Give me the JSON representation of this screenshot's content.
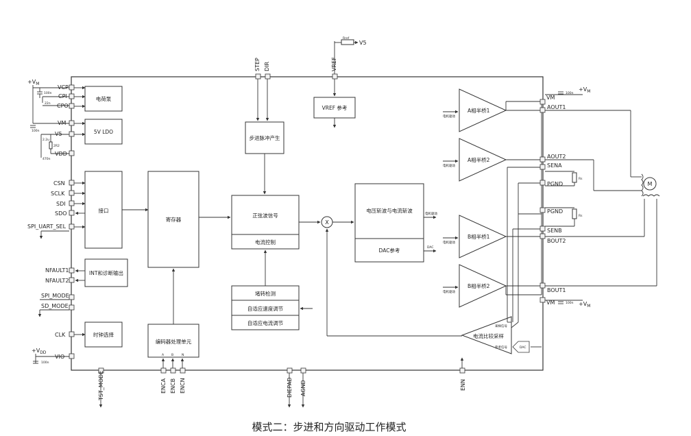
{
  "caption": "模式二：步进和方向驱动工作模式",
  "left_pins": {
    "vm_supply": "+V",
    "vm_supply_sub": "M",
    "vcp": "VCP",
    "cpi": "CPI",
    "cpo": "CPO",
    "vm": "VM",
    "v5": "V5",
    "vdd": "VDD",
    "csn": "CSN",
    "sclk": "SCLK",
    "sdi": "SDI",
    "sdo": "SDO",
    "spi_uart_sel": "SPI_UART_SEL",
    "nfault1": "NFAULT1",
    "nfault2": "NFAULT2",
    "spi_mode": "SPI_MODE",
    "sd_mode": "SD_MODE",
    "clk": "CLK",
    "vio_supply": "+V",
    "vio_supply_sub": "DD",
    "vio": "VIO"
  },
  "top_pins": {
    "step": "STEP",
    "dir": "DIR",
    "vref": "VREF",
    "v5": "V5",
    "rref": "Rref"
  },
  "bottom_pins": {
    "tst_mode": "TST_MODE",
    "enca": "ENCA",
    "encb": "ENCB",
    "encn": "ENCN",
    "diepad": "DIEPAD",
    "agnd": "AGND",
    "enn": "ENN"
  },
  "right_pins": {
    "vm_top": "VM",
    "aout1": "AOUT1",
    "aout2": "AOUT2",
    "sena": "SENA",
    "pgnd_a": "PGND",
    "pgnd_b": "PGND",
    "senb": "SENB",
    "bout2": "BOUT2",
    "bout1": "BOUT1",
    "vm_bottom": "VM",
    "vm_supply": "+V",
    "vm_supply_sub": "M",
    "motor": "M"
  },
  "blocks": {
    "charge_pump": "电荷泵",
    "ldo": "5V LDO",
    "interface": "接口",
    "int_diag": "INT和诊断输出",
    "clock_sel": "时钟选择",
    "register": "寄存器",
    "encoder": "编码器处理单元",
    "step_pulse": "步进脉冲产生",
    "sine": "正弦波信号",
    "current_ctrl": "电流控制",
    "stall": "堵转检测",
    "adapt_speed": "自适应速度调节",
    "adapt_current": "自适应电流调节",
    "vref_ref": "VREF 参考",
    "chopper": "电压斩波与电流斩波",
    "dac_ref": "DAC参考",
    "comparator": "电流比较采样",
    "a_half1": "A相半桥1",
    "a_half2": "A相半桥2",
    "b_half1": "B相半桥1",
    "b_half2": "B相半桥2",
    "mult": "X",
    "dac_box": "DAC"
  },
  "small_labels": {
    "cap_100n": "100n",
    "cap_22n": "22n",
    "cap_2u2": "2.2u",
    "cap_470n": "470n",
    "res_2r2": "2R2",
    "rs": "Rs",
    "enc_a": "A",
    "enc_b": "B",
    "enc_n": "N",
    "gate_drive": "电机驱动",
    "chop_out": "电机驱动",
    "dac_out": "DAC",
    "cmp_sample": "采样信号",
    "cmp_ref": "参考信号"
  }
}
